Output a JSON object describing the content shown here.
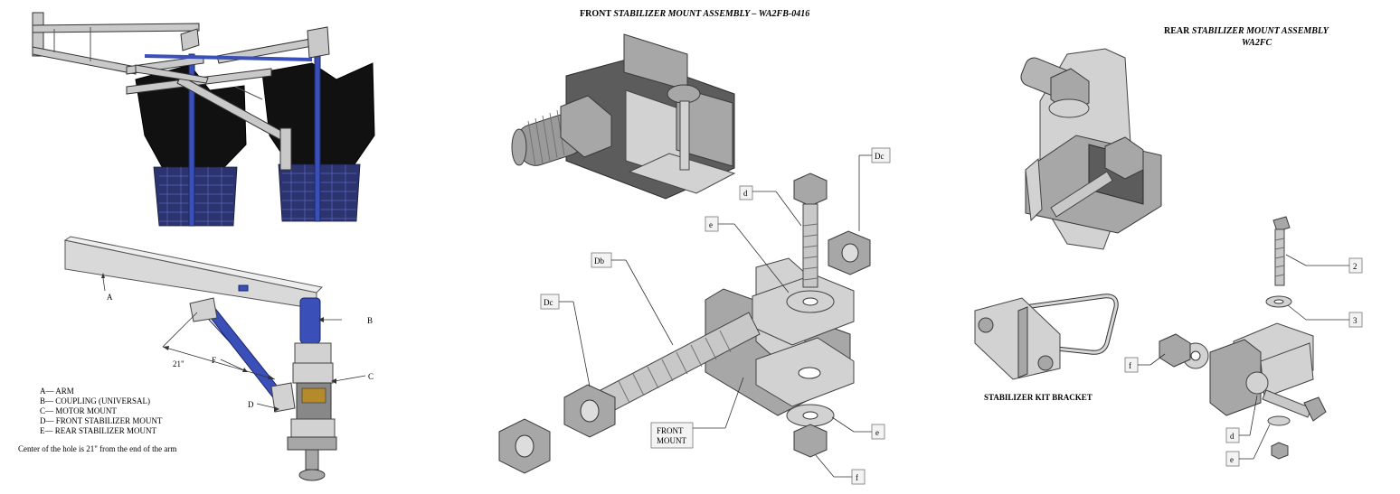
{
  "titles": {
    "front": {
      "plain": "FRONT ",
      "italic": "STABILIZER MOUNT ASSEMBLY – WA2FB-0416"
    },
    "rear": {
      "plain": "REAR ",
      "italic": "STABILIZER MOUNT ASSEMBLY",
      "line2": "WA2FC"
    }
  },
  "left_panel": {
    "letters": {
      "a": "A",
      "b": "B",
      "c": "C",
      "d": "D",
      "f": "F"
    },
    "dimension": "21\"",
    "legend": [
      "A— ARM",
      "B— COUPLING (UNIVERSAL)",
      "C— MOTOR MOUNT",
      "D— FRONT STABILIZER MOUNT",
      "E— REAR STABILIZER MOUNT"
    ],
    "note": "Center of the hole is 21\" from the end of the arm"
  },
  "front_callouts": {
    "d": "d",
    "dc_top": "Dc",
    "e_top": "e",
    "db": "Db",
    "dc_left": "Dc",
    "front_mount_1": "FRONT",
    "front_mount_2": "MOUNT",
    "e_bottom": "e",
    "f": "f"
  },
  "rear_callouts": {
    "c2": "2",
    "c3": "3",
    "f": "f",
    "d": "d",
    "e": "e"
  },
  "bracket_label": "STABILIZER KIT  BRACKET"
}
